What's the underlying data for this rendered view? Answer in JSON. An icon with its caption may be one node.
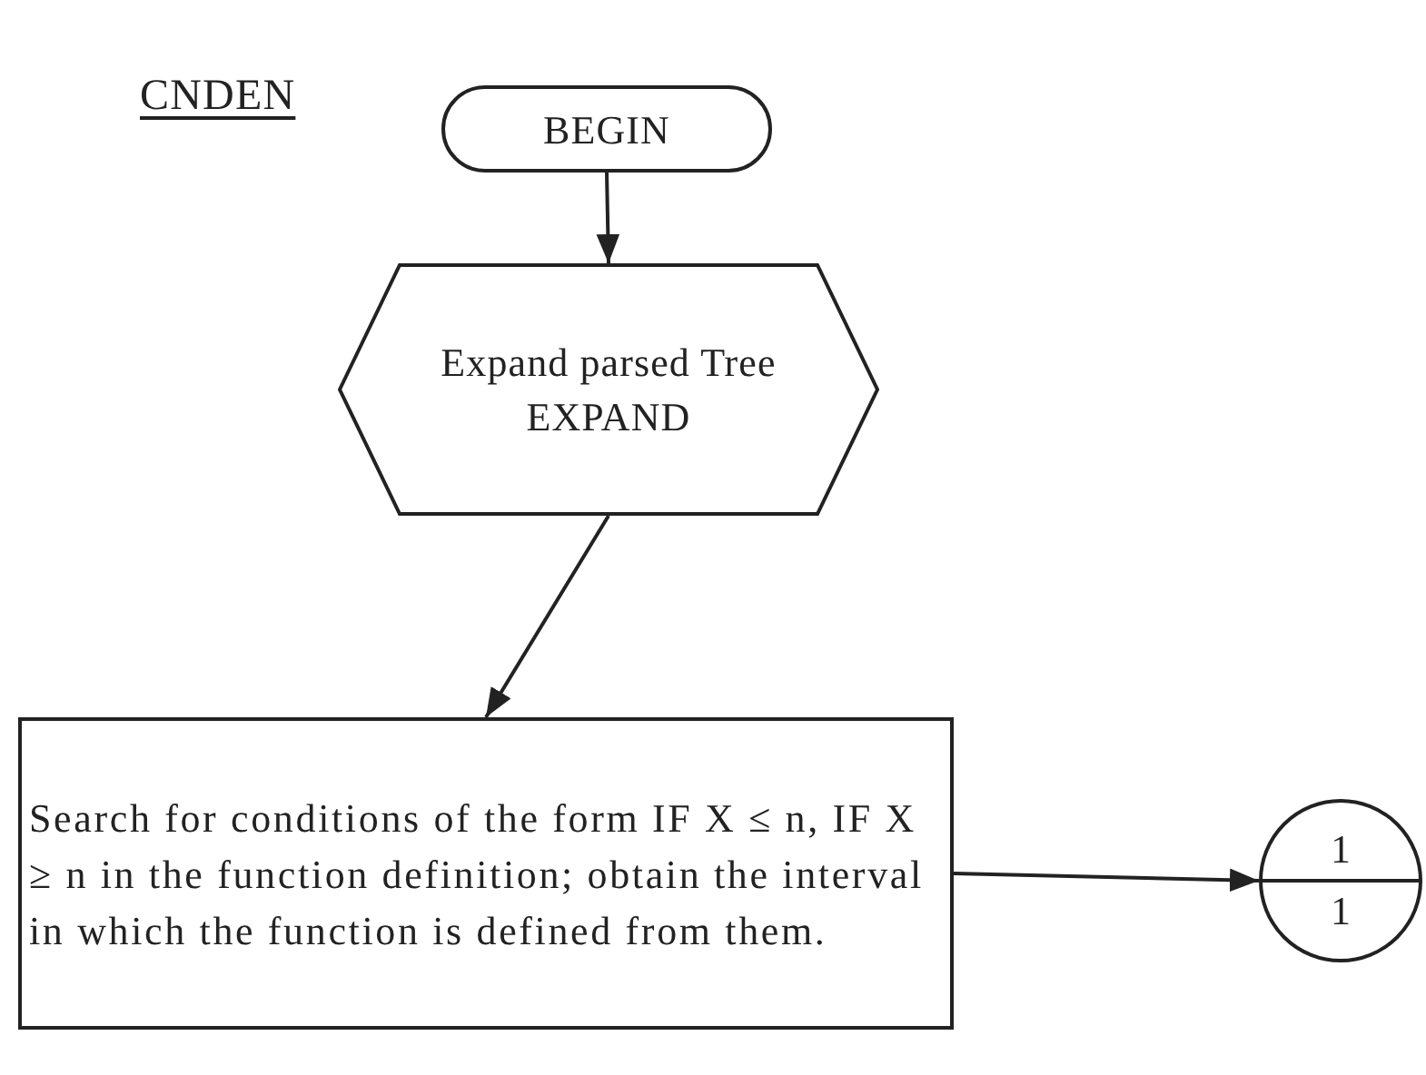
{
  "diagram": {
    "title": "CNDEN",
    "nodes": [
      {
        "text": [
          "BEGIN"
        ]
      },
      {
        "text": [
          "Expand parsed Tree EXPAND"
        ]
      },
      {
        "text": [
          "Search for conditions of the form IF X ≤ n, IF X ≥ n in the function definition; obtain the interval in which the function is defined from them."
        ]
      },
      {
        "text": [
          "1",
          "1"
        ]
      }
    ],
    "edges": [
      {
        "from": 0,
        "to": 1,
        "arrow": "to"
      },
      {
        "from": 1,
        "to": 2,
        "arrow": "to"
      },
      {
        "from": 2,
        "to": 3,
        "arrow": "to"
      }
    ]
  }
}
